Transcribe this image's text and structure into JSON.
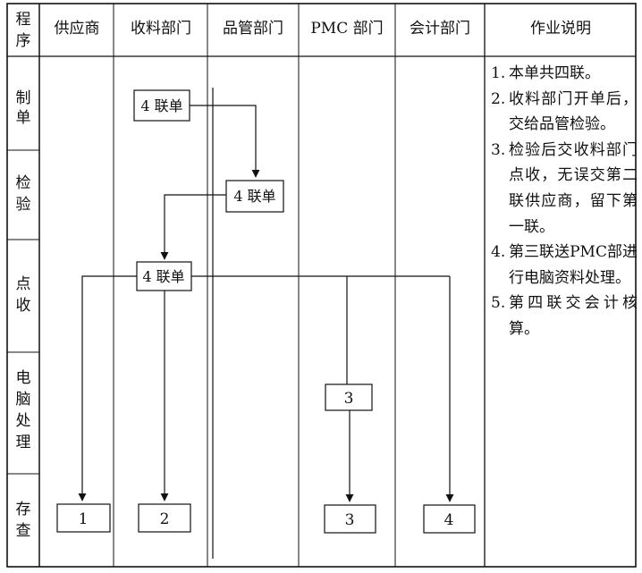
{
  "header": {
    "procedure": "程序",
    "columns": [
      "供应商",
      "收料部门",
      "品管部门",
      "PMC 部门",
      "会计部门",
      "作业说明"
    ]
  },
  "rows": [
    "制单",
    "检验",
    "点收",
    "电脑处理",
    "存查"
  ],
  "boxes": {
    "form": "4 联单",
    "copy1": "1",
    "copy2": "2",
    "copy3_pmc": "3",
    "copy3_file": "3",
    "copy4": "4"
  },
  "notes": [
    {
      "num": "1.",
      "text": "本单共四联。"
    },
    {
      "num": "2.",
      "text": "收料部门开单后，交给品管检验。"
    },
    {
      "num": "3.",
      "text": "检验后交收料部门点收，无误交第二联供应商，留下第一联。"
    },
    {
      "num": "4.",
      "text": "第三联送PMC部进行电脑资料处理。"
    },
    {
      "num": "5.",
      "text": "第四联交会计核算。"
    }
  ],
  "colors": {
    "ink": "#111111",
    "paper": "#ffffff"
  }
}
